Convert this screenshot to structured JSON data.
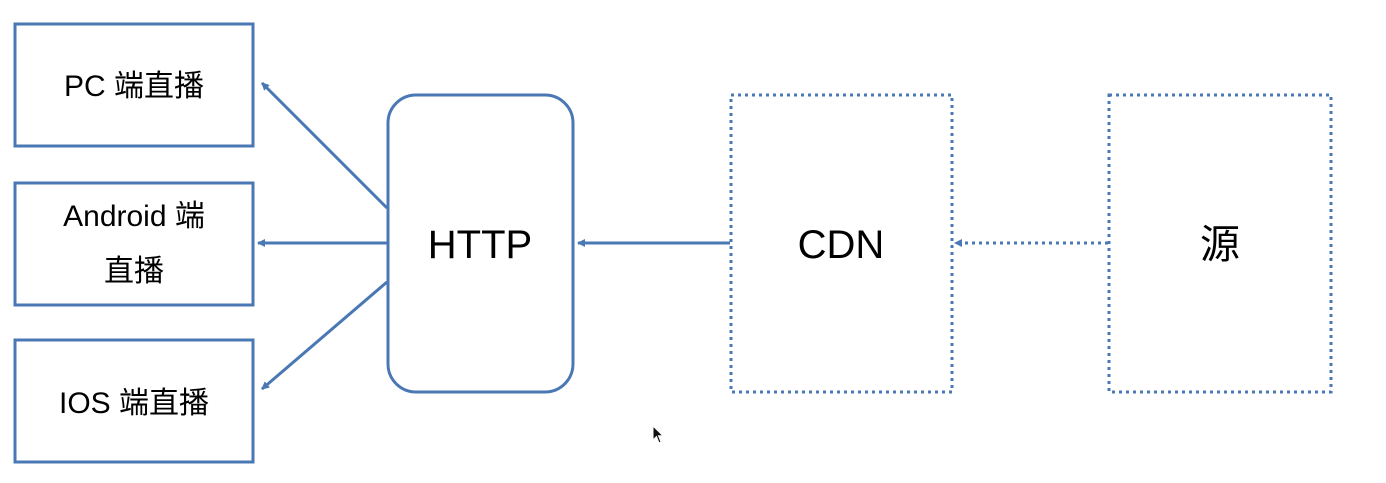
{
  "colors": {
    "stroke": "#4a78b5",
    "text": "#000000",
    "background": "#ffffff"
  },
  "nodes": {
    "pc": {
      "label": "PC 端直播"
    },
    "android": {
      "label_line1": "Android 端",
      "label_line2": "直播"
    },
    "ios": {
      "label": "IOS 端直播"
    },
    "http": {
      "label": "HTTP"
    },
    "cdn": {
      "label": "CDN"
    },
    "source": {
      "label": "源"
    }
  },
  "edges": [
    {
      "from": "source",
      "to": "cdn",
      "style": "dotted"
    },
    {
      "from": "cdn",
      "to": "http",
      "style": "solid"
    },
    {
      "from": "http",
      "to": "pc",
      "style": "solid"
    },
    {
      "from": "http",
      "to": "android",
      "style": "solid"
    },
    {
      "from": "http",
      "to": "ios",
      "style": "solid"
    }
  ],
  "cursor": {
    "icon": "mouse-pointer-icon"
  }
}
